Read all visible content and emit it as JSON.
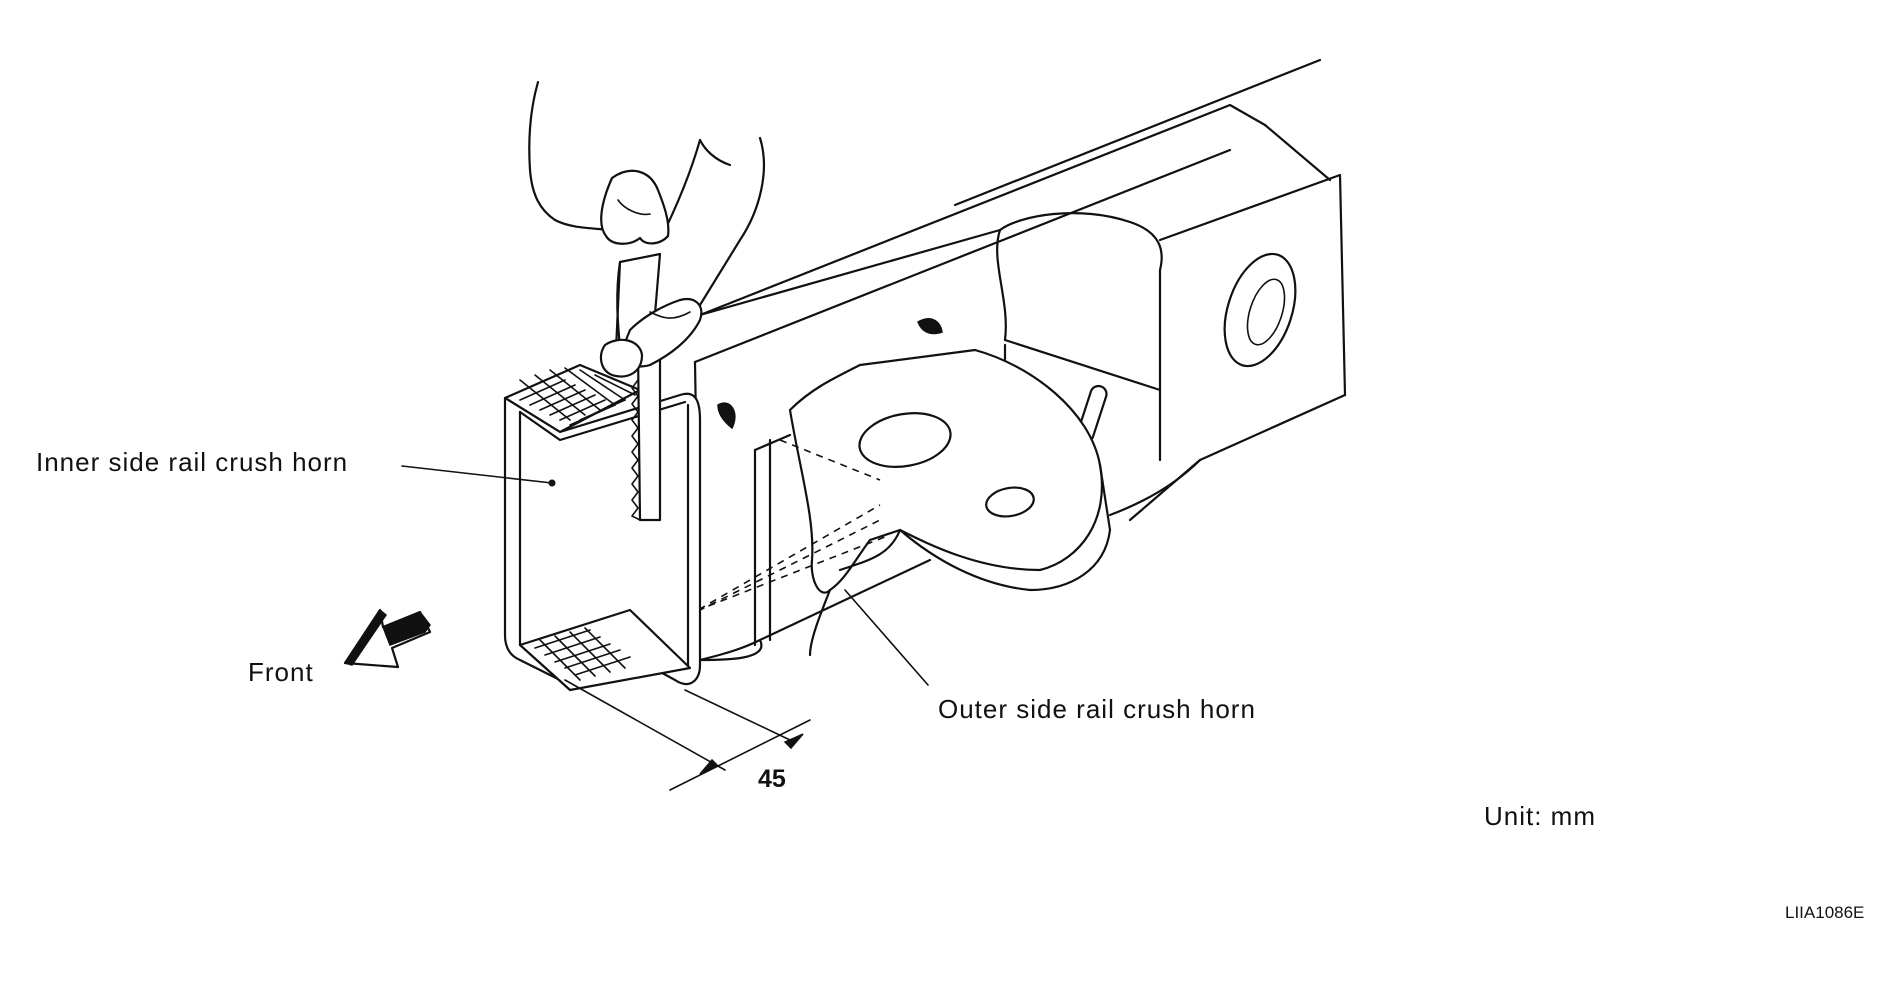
{
  "labels": {
    "inner_horn": "Inner side rail crush horn",
    "outer_horn": "Outer side rail crush horn",
    "front": "Front",
    "dimension": "45",
    "unit": "Unit: mm",
    "figure_code": "LIIA1086E"
  },
  "colors": {
    "line": "#111111",
    "background": "#ffffff"
  }
}
